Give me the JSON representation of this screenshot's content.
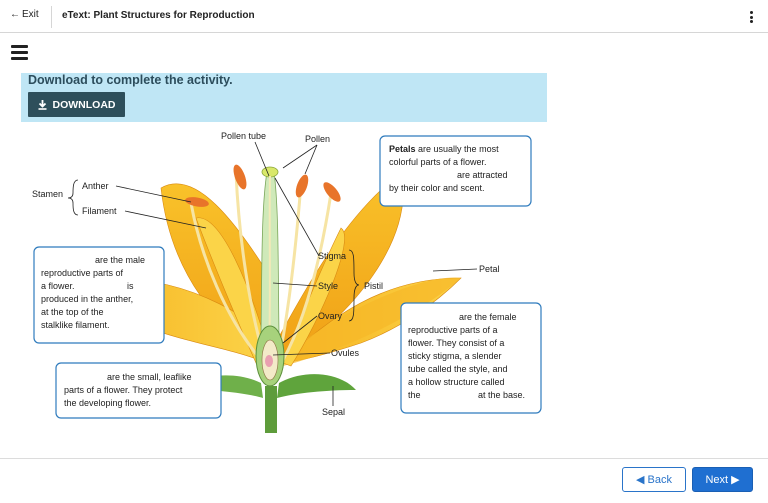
{
  "header": {
    "exit_label": "Exit",
    "title": "eText: Plant Structures for Reproduction"
  },
  "banner": {
    "text": "Download to complete the activity.",
    "download_label": "DOWNLOAD"
  },
  "diagram": {
    "labels": {
      "pollen_tube": "Pollen tube",
      "pollen": "Pollen",
      "stamen": "Stamen",
      "anther": "Anther",
      "filament": "Filament",
      "stigma": "Stigma",
      "style": "Style",
      "pistil": "Pistil",
      "ovary": "Ovary",
      "ovules": "Ovules",
      "petal": "Petal",
      "sepal": "Sepal"
    },
    "petals_box": {
      "line1_bold": "Petals",
      "line1_rest": " are usually the most",
      "line2": "colorful parts of a flower.",
      "line3": "are attracted",
      "line4": "by their color and scent."
    },
    "stamen_box": {
      "line1": "are the male",
      "line2": "reproductive parts of",
      "line3a": "a flower.",
      "line3b": "is",
      "line4": "produced in the anther,",
      "line5": "at the top of the",
      "line6": "stalklike filament."
    },
    "pistil_box": {
      "line1": "are the female",
      "line2": "reproductive parts of a",
      "line3": "flower. They consist of a",
      "line4": "sticky stigma, a slender",
      "line5": "tube called the style, and",
      "line6": "a hollow structure called",
      "line7a": "the",
      "line7b": "at the base."
    },
    "sepal_box": {
      "line1": "are the small, leaflike",
      "line2": "parts of a flower. They protect",
      "line3": "the developing flower."
    }
  },
  "footer": {
    "back_label": "Back",
    "next_label": "Next"
  }
}
